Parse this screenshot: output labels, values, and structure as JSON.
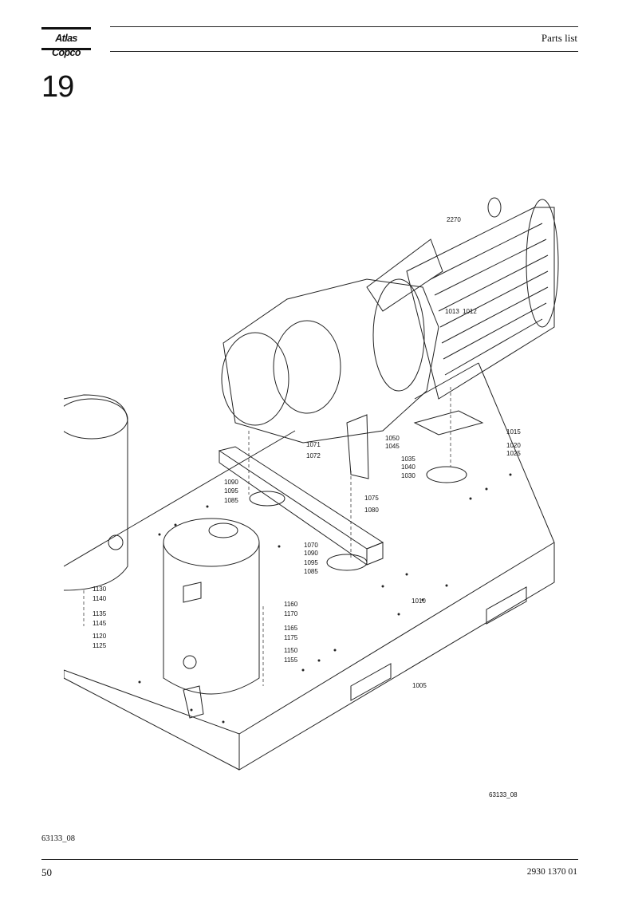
{
  "header": {
    "brand": "Atlas Copco",
    "title": "Parts list"
  },
  "section_number": "19",
  "drawing": {
    "drawing_ref": "63133_08",
    "callouts": [
      "2270",
      "1013",
      "1012",
      "1015",
      "1050",
      "1045",
      "1020",
      "1025",
      "1035",
      "1040",
      "1030",
      "1071",
      "1072",
      "1090",
      "1095",
      "1085",
      "1075",
      "1080",
      "1070",
      "1090",
      "1095",
      "1085",
      "1130",
      "1140",
      "1135",
      "1145",
      "1120",
      "1125",
      "1160",
      "1170",
      "1165",
      "1175",
      "1150",
      "1155",
      "1010",
      "1005"
    ]
  },
  "footer": {
    "drawing_ref": "63133_08",
    "page_number": "50",
    "document_number": "2930 1370 01"
  }
}
